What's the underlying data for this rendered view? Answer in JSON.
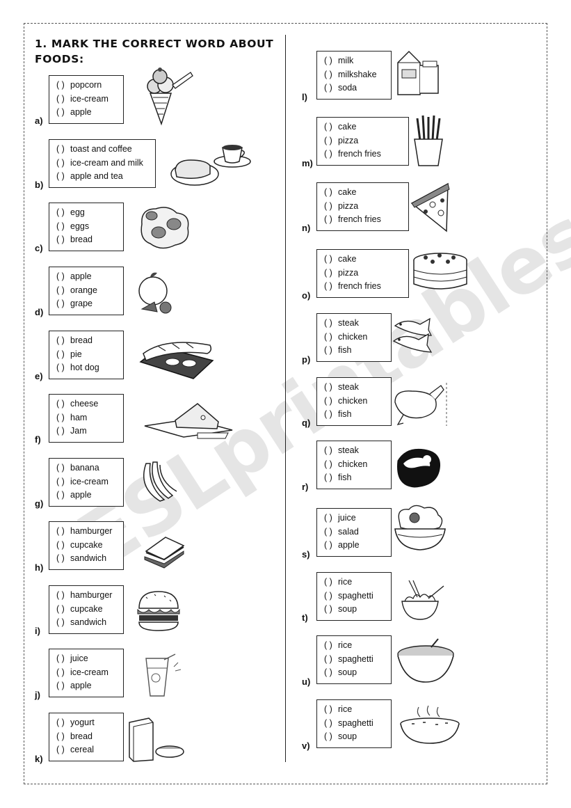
{
  "exercise": {
    "title_line1": "1. MARK THE CORRECT WORD ABOUT",
    "title_line2": "FOODS:"
  },
  "watermark": "ESLprintables.com",
  "left": [
    {
      "letter": "a)",
      "options": [
        "popcorn",
        "ice-cream",
        "apple"
      ],
      "icon": "ice-cream-cone-icon"
    },
    {
      "letter": "b)",
      "options": [
        "toast and coffee",
        "ice-cream and milk",
        "apple and tea"
      ],
      "icon": "toast-and-coffee-icon"
    },
    {
      "letter": "c)",
      "options": [
        "egg",
        "eggs",
        "bread"
      ],
      "icon": "fried-eggs-icon"
    },
    {
      "letter": "d)",
      "options": [
        "apple",
        "orange",
        "grape"
      ],
      "icon": "orange-icon"
    },
    {
      "letter": "e)",
      "options": [
        "bread",
        "pie",
        "hot dog"
      ],
      "icon": "bread-loaf-icon"
    },
    {
      "letter": "f)",
      "options": [
        "cheese",
        "ham",
        "Jam"
      ],
      "icon": "cheese-icon"
    },
    {
      "letter": "g)",
      "options": [
        "banana",
        "ice-cream",
        "apple"
      ],
      "icon": "banana-icon"
    },
    {
      "letter": "h)",
      "options": [
        "hamburger",
        "cupcake",
        "sandwich"
      ],
      "icon": "sandwich-icon"
    },
    {
      "letter": "i)",
      "options": [
        "hamburger",
        "cupcake",
        "sandwich"
      ],
      "icon": "hamburger-icon"
    },
    {
      "letter": "j)",
      "options": [
        "juice",
        "ice-cream",
        "apple"
      ],
      "icon": "juice-glass-icon"
    },
    {
      "letter": "k)",
      "options": [
        "yogurt",
        "bread",
        "cereal"
      ],
      "icon": "cereal-box-icon"
    }
  ],
  "right": [
    {
      "letter": "l)",
      "options": [
        "milk",
        "milkshake",
        "soda"
      ],
      "icon": "milk-carton-icon"
    },
    {
      "letter": "m)",
      "options": [
        "cake",
        "pizza",
        "french fries"
      ],
      "icon": "french-fries-icon"
    },
    {
      "letter": "n)",
      "options": [
        "cake",
        "pizza",
        "french fries"
      ],
      "icon": "pizza-slice-icon"
    },
    {
      "letter": "o)",
      "options": [
        "cake",
        "pizza",
        "french fries"
      ],
      "icon": "cake-icon"
    },
    {
      "letter": "p)",
      "options": [
        "steak",
        "chicken",
        "fish"
      ],
      "icon": "fish-icon"
    },
    {
      "letter": "q)",
      "options": [
        "steak",
        "chicken",
        "fish"
      ],
      "icon": "roast-chicken-icon"
    },
    {
      "letter": "r)",
      "options": [
        "steak",
        "chicken",
        "fish"
      ],
      "icon": "steak-icon"
    },
    {
      "letter": "s)",
      "options": [
        "juice",
        "salad",
        "apple"
      ],
      "icon": "salad-bowl-icon"
    },
    {
      "letter": "t)",
      "options": [
        "rice",
        "spaghetti",
        "soup"
      ],
      "icon": "spaghetti-bowl-icon"
    },
    {
      "letter": "u)",
      "options": [
        "rice",
        "spaghetti",
        "soup"
      ],
      "icon": "rice-bowl-icon"
    },
    {
      "letter": "v)",
      "options": [
        "rice",
        "spaghetti",
        "soup"
      ],
      "icon": "soup-bowl-icon"
    }
  ],
  "checkbox_mark": "(   )"
}
